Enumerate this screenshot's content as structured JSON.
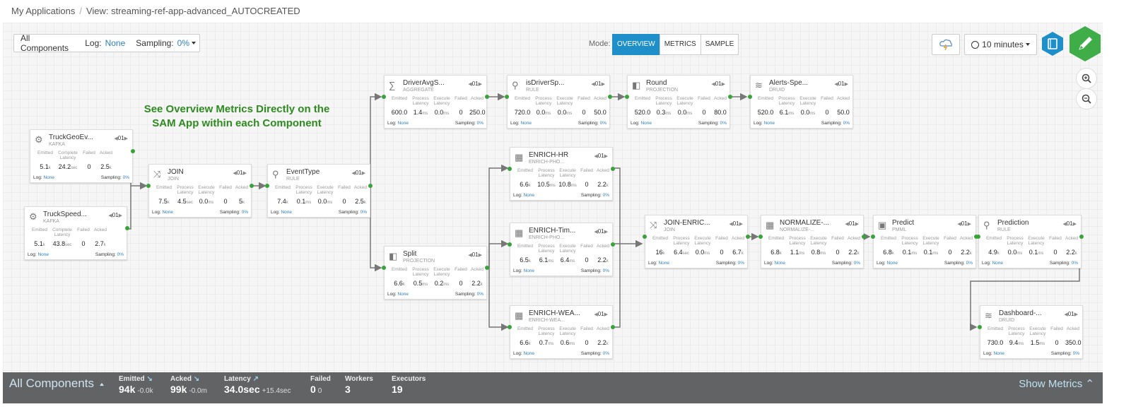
{
  "breadcrumb": {
    "root": "My Applications",
    "separator": "/",
    "view": "View: streaming-ref-app-advanced_AUTOCREATED"
  },
  "filter": {
    "components": "All Components",
    "log_label": "Log:",
    "log_value": "None",
    "sampling_label": "Sampling:",
    "sampling_value": "0%"
  },
  "mode": {
    "label": "Mode:",
    "buttons": [
      "OVERVIEW",
      "METRICS",
      "SAMPLE"
    ],
    "active": "OVERVIEW"
  },
  "time": {
    "label": "10 minutes"
  },
  "annotation": {
    "line1": "See Overview Metrics Directly on the",
    "line2": "SAM App within each Component"
  },
  "nodes": [
    {
      "title": "TruckGeoEv...",
      "sub": "KAFKA",
      "par": "01",
      "icon": "kafka-icon",
      "labels": [
        "Emitted",
        "Complete Latency",
        "Failed",
        "Acked"
      ],
      "values": [
        [
          "5.1",
          "k"
        ],
        [
          "24.2",
          "sec"
        ],
        [
          "0",
          ""
        ],
        [
          "2.5",
          "k"
        ]
      ],
      "log": "None",
      "sampling": "0%"
    },
    {
      "title": "TruckSpeed...",
      "sub": "KAFKA",
      "par": "01",
      "icon": "kafka-icon",
      "labels": [
        "Emitted",
        "Complete Latency",
        "Failed",
        "Acked"
      ],
      "values": [
        [
          "5.1",
          "k"
        ],
        [
          "43.8",
          "sec"
        ],
        [
          "0",
          ""
        ],
        [
          "2.7",
          "k"
        ]
      ],
      "log": "None",
      "sampling": "0%"
    },
    {
      "title": "JOIN",
      "sub": "JOIN",
      "par": "01",
      "icon": "join-icon",
      "labels": [
        "Emitted",
        "Process Latency",
        "Execute Latency",
        "Failed",
        "Acked"
      ],
      "values": [
        [
          "7.5",
          "k"
        ],
        [
          "4.5",
          "sec"
        ],
        [
          "0.0",
          "ms"
        ],
        [
          "0",
          ""
        ],
        [
          "5",
          "k"
        ]
      ],
      "log": "None",
      "sampling": "0%"
    },
    {
      "title": "EventType",
      "sub": "RULE",
      "par": "01",
      "icon": "rule-icon",
      "labels": [
        "Emitted",
        "Process Latency",
        "Execute Latency",
        "Failed",
        "Acked"
      ],
      "values": [
        [
          "7.4",
          "k"
        ],
        [
          "0.1",
          "ms"
        ],
        [
          "0.0",
          "ms"
        ],
        [
          "0",
          ""
        ],
        [
          "2.5",
          "k"
        ]
      ],
      "log": "None",
      "sampling": "0%"
    },
    {
      "title": "DriverAvgS...",
      "sub": "AGGREGATE",
      "par": "01",
      "icon": "aggregate-icon",
      "labels": [
        "Emitted",
        "Process Latency",
        "Execute Latency",
        "Failed",
        "Acked"
      ],
      "values": [
        [
          "600.0",
          ""
        ],
        [
          "1.4",
          "ms"
        ],
        [
          "0.0",
          "ms"
        ],
        [
          "0",
          ""
        ],
        [
          "250.0",
          ""
        ]
      ],
      "log": "None",
      "sampling": "0%"
    },
    {
      "title": "isDriverSp...",
      "sub": "RULE",
      "par": "01",
      "icon": "rule-icon",
      "labels": [
        "Emitted",
        "Process Latency",
        "Execute Latency",
        "Failed",
        "Acked"
      ],
      "values": [
        [
          "720.0",
          ""
        ],
        [
          "0.0",
          "ms"
        ],
        [
          "0.0",
          "ms"
        ],
        [
          "0",
          ""
        ],
        [
          "50.0",
          ""
        ]
      ],
      "log": "None",
      "sampling": "0%"
    },
    {
      "title": "Round",
      "sub": "PROJECTION",
      "par": "01",
      "icon": "projection-icon",
      "labels": [
        "Emitted",
        "Process Latency",
        "Execute Latency",
        "Failed",
        "Acked"
      ],
      "values": [
        [
          "520.0",
          ""
        ],
        [
          "0.3",
          "ms"
        ],
        [
          "0.0",
          "ms"
        ],
        [
          "0",
          ""
        ],
        [
          "80.0",
          ""
        ]
      ],
      "log": "None",
      "sampling": "0%"
    },
    {
      "title": "Alerts-Spe...",
      "sub": "DRUID",
      "par": "01",
      "icon": "druid-icon",
      "labels": [
        "Emitted",
        "Process Latency",
        "Execute Latency",
        "Failed",
        "Acked"
      ],
      "values": [
        [
          "520.0",
          ""
        ],
        [
          "6.1",
          "ms"
        ],
        [
          "0.0",
          "ms"
        ],
        [
          "0",
          ""
        ],
        [
          "50.0",
          ""
        ]
      ],
      "log": "None",
      "sampling": "0%"
    },
    {
      "title": "ENRICH-HR",
      "sub": "ENRICH-PHO...",
      "par": "01",
      "icon": "enrich-icon",
      "labels": [
        "Emitted",
        "Process Latency",
        "Execute Latency",
        "Failed",
        "Acked"
      ],
      "values": [
        [
          "6.6",
          "k"
        ],
        [
          "10.5",
          "ms"
        ],
        [
          "10.8",
          "ms"
        ],
        [
          "0",
          ""
        ],
        [
          "2.2",
          "k"
        ]
      ],
      "log": "None",
      "sampling": "0%"
    },
    {
      "title": "Split",
      "sub": "PROJECTION",
      "par": "01",
      "icon": "projection-icon",
      "labels": [
        "Emitted",
        "Process Latency",
        "Execute Latency",
        "Failed",
        "Acked"
      ],
      "values": [
        [
          "6.6",
          "k"
        ],
        [
          "0.5",
          "ms"
        ],
        [
          "0.2",
          "ms"
        ],
        [
          "0",
          ""
        ],
        [
          "2.2",
          "k"
        ]
      ],
      "log": "None",
      "sampling": "0%"
    },
    {
      "title": "ENRICH-Tim...",
      "sub": "ENRICH-PHO...",
      "par": "01",
      "icon": "enrich-icon",
      "labels": [
        "Emitted",
        "Process Latency",
        "Execute Latency",
        "Failed",
        "Acked"
      ],
      "values": [
        [
          "6.5",
          "k"
        ],
        [
          "6.1",
          "ms"
        ],
        [
          "6.4",
          "ms"
        ],
        [
          "0",
          ""
        ],
        [
          "2.2",
          "k"
        ]
      ],
      "log": "None",
      "sampling": "0%"
    },
    {
      "title": "ENRICH-WEA...",
      "sub": "ENRICH-WEA...",
      "par": "01",
      "icon": "enrich-icon",
      "labels": [
        "Emitted",
        "Process Latency",
        "Execute Latency",
        "Failed",
        "Acked"
      ],
      "values": [
        [
          "6.6",
          "k"
        ],
        [
          "0.7",
          "ms"
        ],
        [
          "0.6",
          "ms"
        ],
        [
          "0",
          ""
        ],
        [
          "2.2",
          "k"
        ]
      ],
      "log": "None",
      "sampling": "0%"
    },
    {
      "title": "JOIN-ENRIC...",
      "sub": "JOIN",
      "par": "01",
      "icon": "join-icon",
      "labels": [
        "Emitted",
        "Process Latency",
        "Execute Latency",
        "Failed",
        "Acked"
      ],
      "values": [
        [
          "16",
          "k"
        ],
        [
          "6.4",
          "sec"
        ],
        [
          "0.0",
          "ms"
        ],
        [
          "0",
          ""
        ],
        [
          "6.7",
          "k"
        ]
      ],
      "log": "None",
      "sampling": "0%"
    },
    {
      "title": "NORMALIZE-...",
      "sub": "NORMALIZE-...",
      "par": "01",
      "icon": "enrich-icon",
      "labels": [
        "Emitted",
        "Process Latency",
        "Execute Latency",
        "Failed",
        "Acked"
      ],
      "values": [
        [
          "6.8",
          "k"
        ],
        [
          "1.1",
          "ms"
        ],
        [
          "0.8",
          "ms"
        ],
        [
          "0",
          ""
        ],
        [
          "2.2",
          "k"
        ]
      ],
      "log": "None",
      "sampling": "0%"
    },
    {
      "title": "Predict",
      "sub": "PMML",
      "par": "01",
      "icon": "pmml-icon",
      "labels": [
        "Emitted",
        "Process Latency",
        "Execute Latency",
        "Failed",
        "Acked"
      ],
      "values": [
        [
          "6.8",
          "k"
        ],
        [
          "0.1",
          "ms"
        ],
        [
          "0.1",
          "ms"
        ],
        [
          "0",
          ""
        ],
        [
          "2.2",
          "k"
        ]
      ],
      "log": "None",
      "sampling": "0%"
    },
    {
      "title": "Prediction",
      "sub": "RULE",
      "par": "01",
      "icon": "rule-icon",
      "labels": [
        "Emitted",
        "Process Latency",
        "Execute Latency",
        "Failed",
        "Acked"
      ],
      "values": [
        [
          "4.9",
          "k"
        ],
        [
          "0.0",
          "ms"
        ],
        [
          "0.1",
          "ms"
        ],
        [
          "0",
          ""
        ],
        [
          "2.2",
          "k"
        ]
      ],
      "log": "None",
      "sampling": "0%"
    },
    {
      "title": "Dashboard-...",
      "sub": "DRUID",
      "par": "01",
      "icon": "druid-icon",
      "labels": [
        "Emitted",
        "Process Latency",
        "Execute Latency",
        "Failed",
        "Acked"
      ],
      "values": [
        [
          "730.0",
          ""
        ],
        [
          "9.4",
          "ms"
        ],
        [
          "1.5",
          "ms"
        ],
        [
          "0",
          ""
        ],
        [
          "350.0",
          ""
        ]
      ],
      "log": "None",
      "sampling": "0%"
    }
  ],
  "footer_labels": {
    "log": "Log:",
    "sampling": "Sampling:"
  },
  "bottom": {
    "title": "All Components",
    "emitted": {
      "label": "Emitted",
      "value": "94k",
      "delta": "-0.0k"
    },
    "acked": {
      "label": "Acked",
      "value": "99k",
      "delta": "-0.0m"
    },
    "latency": {
      "label": "Latency",
      "value": "34.0sec",
      "delta": "+15.4sec"
    },
    "failed": {
      "label": "Failed",
      "value": "0",
      "delta": "0"
    },
    "workers": {
      "label": "Workers",
      "value": "3"
    },
    "executors": {
      "label": "Executors",
      "value": "19"
    },
    "show_metrics": "Show Metrics"
  },
  "colors": {
    "accent": "#1f8fc9",
    "port": "#3aa23a",
    "annotation": "#2e8b1f",
    "edit": "#3fae49",
    "book": "#1f8fc9",
    "bar": "#616364"
  }
}
